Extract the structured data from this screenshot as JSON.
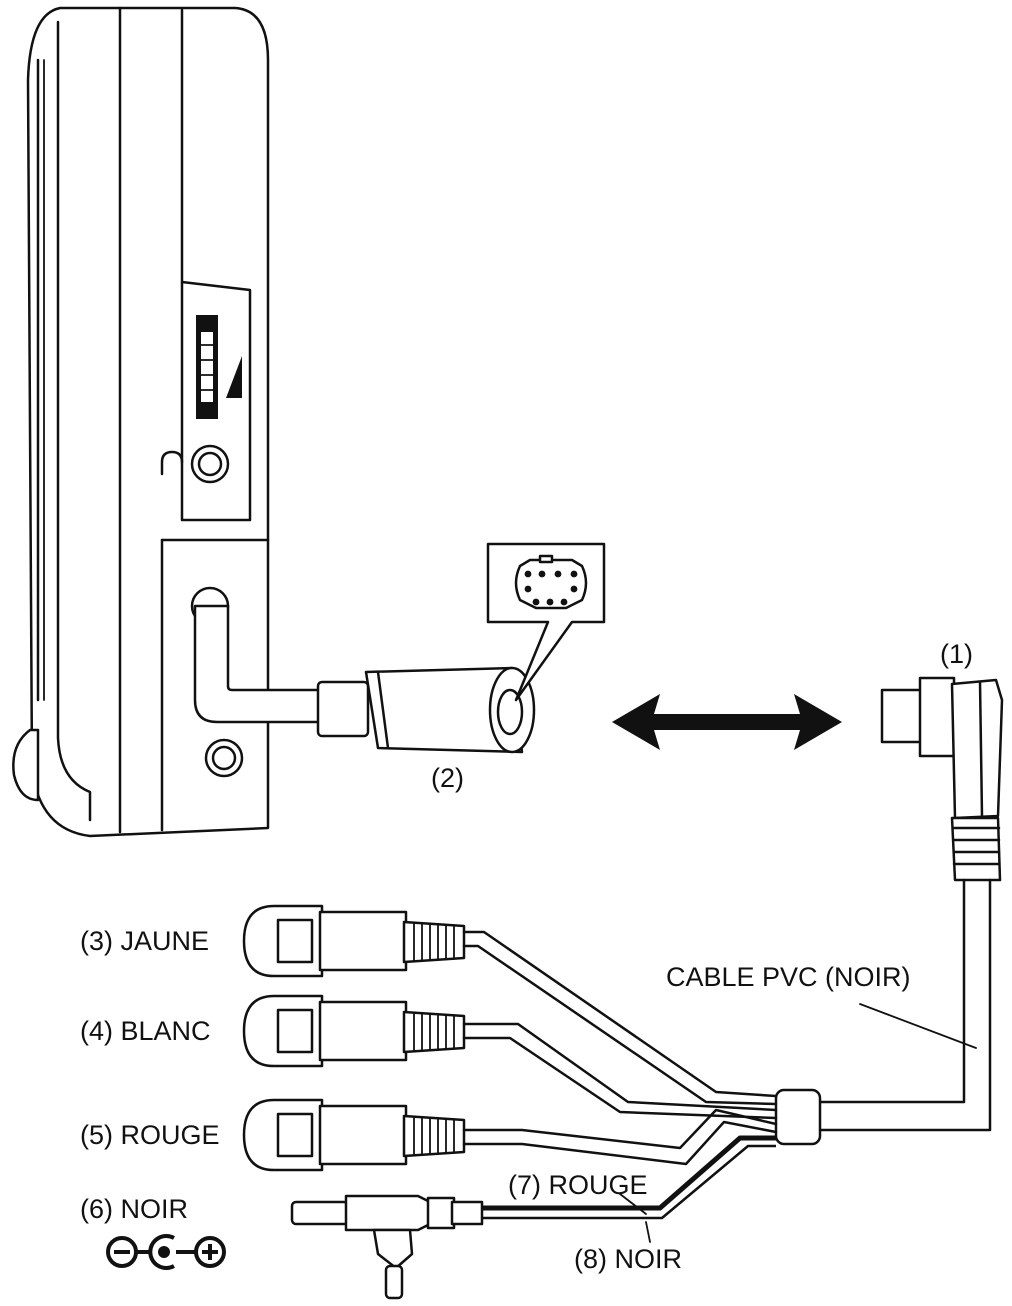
{
  "labels": {
    "connector_1": "(1)",
    "connector_2": "(2)",
    "plug_3": "(3) JAUNE",
    "plug_4": "(4) BLANC",
    "plug_5": "(5) ROUGE",
    "plug_6": "(6) NOIR",
    "wire_7": "(7) ROUGE",
    "wire_8": "(8) NOIR",
    "cable": "CABLE PVC (NOIR)"
  },
  "icons": {
    "headphone": "headphone-icon",
    "polarity": "dc-polarity-icon",
    "connection": "double-arrow-icon"
  },
  "colors": {
    "ink": "#111111",
    "paper": "#ffffff"
  }
}
